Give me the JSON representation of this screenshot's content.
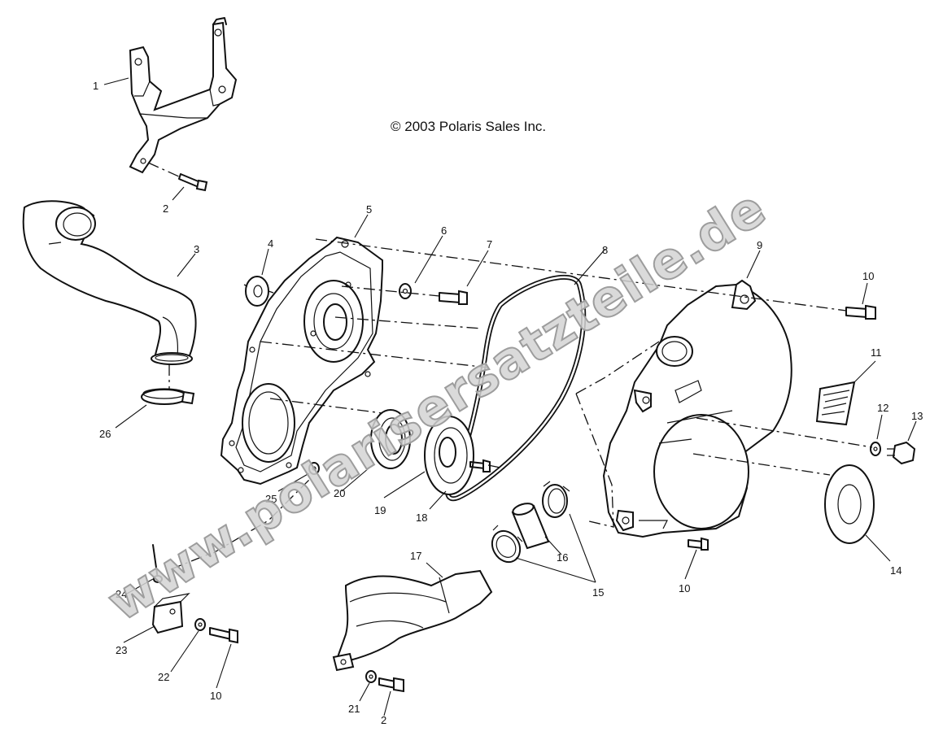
{
  "copyright": "© 2003 Polaris Sales Inc.",
  "watermark": "www.polarisersatzteile.de",
  "callouts": {
    "c1": "1",
    "c2a": "2",
    "c3": "3",
    "c4": "4",
    "c5": "5",
    "c6": "6",
    "c7": "7",
    "c8": "8",
    "c9": "9",
    "c10a": "10",
    "c11": "11",
    "c12": "12",
    "c13": "13",
    "c14": "14",
    "c15": "15",
    "c16": "16",
    "c17": "17",
    "c18": "18",
    "c19": "19",
    "c20": "20",
    "c21": "21",
    "c2b": "2",
    "c22": "22",
    "c23": "23",
    "c24": "24",
    "c25": "25",
    "c26": "26",
    "c10b": "10",
    "c10c": "10"
  }
}
